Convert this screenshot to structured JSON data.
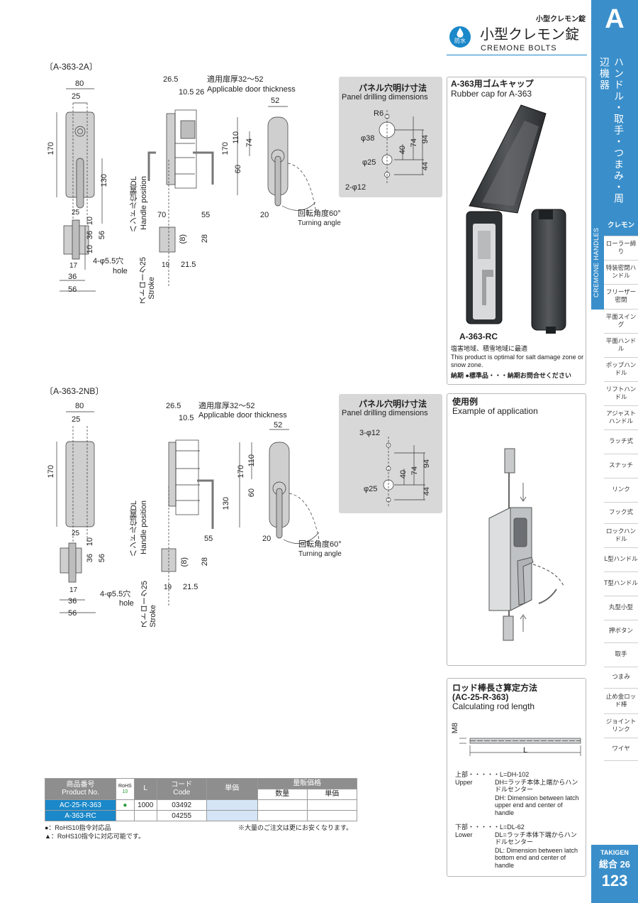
{
  "header": {
    "category_small": "小型クレモン錠",
    "title_jp": "小型クレモン錠",
    "title_en": "CREMONE BOLTS",
    "badge": "防水"
  },
  "side_index": {
    "letter": "A",
    "category": "ハンドル・取手・つまみ・周辺機器",
    "band_label": "CREMONE HANDLES",
    "items": [
      "クレモン",
      "ローラー締り",
      "特装密閉ハンドル",
      "フリーザー密閉",
      "平面スイング",
      "平面ハンドル",
      "ポップハンドル",
      "リフトハンドル",
      "アジャストハンドル",
      "ラッチ式",
      "スナッチ",
      "リンク",
      "フック式",
      "ロックハンドル",
      "L型ハンドル",
      "T型ハンドル",
      "丸型小型",
      "押ボタン",
      "取手",
      "つまみ",
      "止め金ロッド棒",
      "ジョイントリンク",
      "ワイヤ"
    ],
    "brand": "TAKIGEN",
    "catalog": "総合",
    "catalog_no": "26",
    "page_no": "123"
  },
  "section_2a": {
    "label": "〔A-363-2A〕",
    "dims": {
      "w80": "80",
      "w25": "25",
      "h170": "170",
      "h130": "130",
      "d26_5": "26.5",
      "thick": "適用扉厚32～52",
      "thick_en": "Applicable door thickness",
      "d10_5": "10.5",
      "d26": "26",
      "w52": "52",
      "h110": "110",
      "h74": "74",
      "h60": "60",
      "w70": "70",
      "w55": "55",
      "w20": "20",
      "turn_jp": "回転角度60°",
      "turn_en": "Turning angle",
      "handle_jp": "ハンドル位置DL",
      "handle_en": "Handle position",
      "w25b": "25",
      "h10a": "10",
      "h36": "36",
      "h56": "56",
      "h10b": "10",
      "w17": "17",
      "hole": "4-φ5.5穴",
      "hole_en": "hole",
      "w36": "36",
      "w56": "56",
      "d8": "(8)",
      "d28": "28",
      "d19": "19",
      "d21_5": "21.5",
      "stroke_jp": "ストローク25",
      "stroke_en": "Stroke"
    }
  },
  "section_2nb": {
    "label": "〔A-363-2NB〕",
    "dims": {
      "w80": "80",
      "w25": "25",
      "h170": "170",
      "d26_5": "26.5",
      "thick": "適用扉厚32～52",
      "thick_en": "Applicable door thickness",
      "d10_5": "10.5",
      "w52": "52",
      "h110": "110",
      "h170b": "170",
      "h60": "60",
      "h130": "130",
      "w55": "55",
      "w20": "20",
      "turn_jp": "回転角度60°",
      "turn_en": "Turning angle",
      "handle_jp": "ハンドル位置DL",
      "handle_en": "Handle position",
      "w25b": "25",
      "h10": "10",
      "h36": "36",
      "h56": "56",
      "w17": "17",
      "hole": "4-φ5.5穴",
      "hole_en": "hole",
      "w36": "36",
      "w56": "56",
      "d8": "(8)",
      "d28": "28",
      "d19": "19",
      "d21_5": "21.5",
      "stroke_jp": "ストローク25",
      "stroke_en": "Stroke"
    }
  },
  "panel_drilling_1": {
    "title_jp": "パネル穴明け寸法",
    "title_en": "Panel drilling dimensions",
    "r6": "R6",
    "d38": "φ38",
    "d25": "φ25",
    "d12": "2-φ12",
    "h40": "40",
    "h74": "74",
    "h94": "94",
    "h44": "44"
  },
  "panel_drilling_2": {
    "title_jp": "パネル穴明け寸法",
    "title_en": "Panel drilling dimensions",
    "d12": "3-φ12",
    "d25": "φ25",
    "h40": "40",
    "h74": "74",
    "h94": "94",
    "h44": "44"
  },
  "rubber_cap": {
    "title_jp": "A-363用ゴムキャップ",
    "title_en": "Rubber cap for A-363",
    "model": "A-363-RC",
    "note_jp": "塩害地域、積雪地域に最適",
    "note_en": "This product is optimal for salt damage zone or snow zone.",
    "delivery": "納期 ●標準品・・・納期お問合せください"
  },
  "application": {
    "title_jp": "使用例",
    "title_en": "Example of application"
  },
  "rod_length": {
    "title_jp": "ロッド棒長さ算定方法",
    "title_code": "(AC-25-R-363)",
    "title_en": "Calculating rod length",
    "m8": "M8",
    "l": "L",
    "upper_jp": "上部・・・・・L=DH-102",
    "upper_en": "Upper",
    "dh_jp": "DH=ラッチ本体上端からハンドルセンター",
    "dh_en": "DH: Dimension between latch upper end and center of handle",
    "lower_jp": "下部・・・・・L=DL-62",
    "lower_en": "Lower",
    "dl_jp": "DL=ラッチ本体下端からハンドルセンター",
    "dl_en": "DL: Dimension between latch bottom end and center of handle"
  },
  "table": {
    "h_product_jp": "商品番号",
    "h_product_en": "Product No.",
    "h_rohs": "RoHS",
    "h_rohs2": "10",
    "h_l": "L",
    "h_code_jp": "コード",
    "h_code_en": "Code",
    "h_price": "単価",
    "h_bulk": "量販価格",
    "h_qty": "数量",
    "h_unit": "単価",
    "rows": [
      {
        "product": "AC-25-R-363",
        "rohs": "●",
        "l": "1000",
        "code": "03492"
      },
      {
        "product": "A-363-RC",
        "rohs": "",
        "l": "",
        "code": "04255"
      }
    ],
    "legend_1": "●：RoHS10指令対応品",
    "legend_2": "▲：RoHS10指令に対応可能です。",
    "note": "※大量のご注文は更にお安くなります。"
  },
  "colors": {
    "accent": "#1a88c9",
    "tab": "#3a8fcb",
    "grey_panel": "#d8d8d8"
  }
}
